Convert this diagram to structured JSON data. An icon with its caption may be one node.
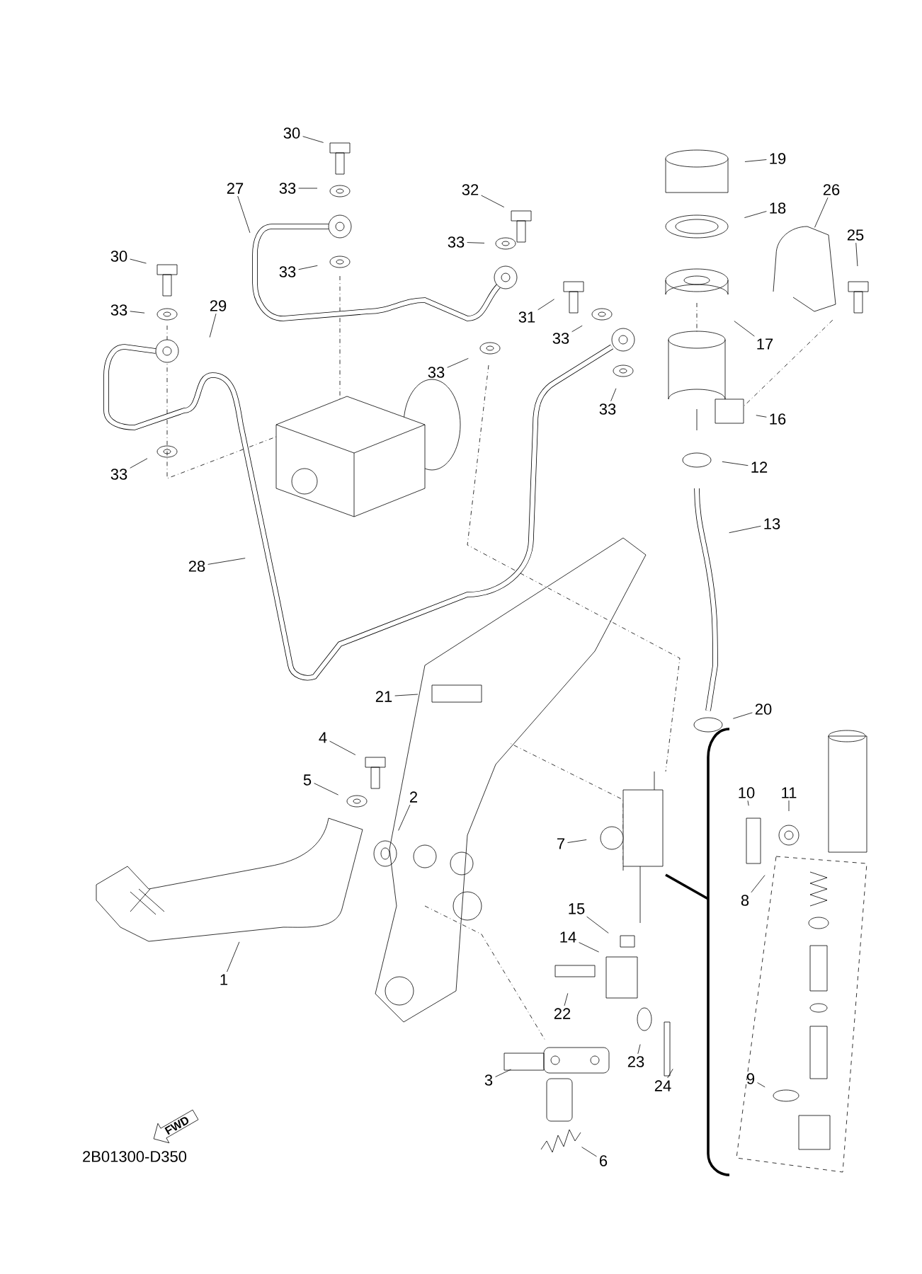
{
  "diagram": {
    "nodes": [
      {
        "text": [
          "30"
        ]
      },
      {
        "text": [
          "19"
        ]
      },
      {
        "text": [
          "27"
        ]
      },
      {
        "text": [
          "33"
        ]
      },
      {
        "text": [
          "32"
        ]
      },
      {
        "text": [
          "26"
        ]
      },
      {
        "text": [
          "18"
        ]
      },
      {
        "text": [
          "25"
        ]
      },
      {
        "text": [
          "33"
        ]
      },
      {
        "text": [
          "30"
        ]
      },
      {
        "text": [
          "33"
        ]
      },
      {
        "text": [
          "29"
        ]
      },
      {
        "text": [
          "31"
        ]
      },
      {
        "text": [
          "33"
        ]
      },
      {
        "text": [
          "33"
        ]
      },
      {
        "text": [
          "17"
        ]
      },
      {
        "text": [
          "33"
        ]
      },
      {
        "text": [
          "33"
        ]
      },
      {
        "text": [
          "16"
        ]
      },
      {
        "text": [
          "12"
        ]
      },
      {
        "text": [
          "33"
        ]
      },
      {
        "text": [
          "13"
        ]
      },
      {
        "text": [
          "28"
        ]
      },
      {
        "text": [
          "21"
        ]
      },
      {
        "text": [
          "20"
        ]
      },
      {
        "text": [
          "4"
        ]
      },
      {
        "text": [
          "5"
        ]
      },
      {
        "text": [
          "2"
        ]
      },
      {
        "text": [
          "10"
        ]
      },
      {
        "text": [
          "11"
        ]
      },
      {
        "text": [
          "7"
        ]
      },
      {
        "text": [
          "8"
        ]
      },
      {
        "text": [
          "15"
        ]
      },
      {
        "text": [
          "1"
        ]
      },
      {
        "text": [
          "14"
        ]
      },
      {
        "text": [
          "22"
        ]
      },
      {
        "text": [
          "23"
        ]
      },
      {
        "text": [
          "9"
        ]
      },
      {
        "text": [
          "3"
        ]
      },
      {
        "text": [
          "24"
        ]
      },
      {
        "text": [
          "6"
        ]
      },
      {
        "text": [
          "FWD"
        ]
      }
    ],
    "edges": [
      {
        "from": 0,
        "to": null,
        "arrow": "none"
      },
      {
        "from": 1,
        "to": null,
        "arrow": "none"
      },
      {
        "from": 2,
        "to": null,
        "arrow": "none"
      },
      {
        "from": 3,
        "to": null,
        "arrow": "none"
      },
      {
        "from": 4,
        "to": null,
        "arrow": "none"
      },
      {
        "from": 5,
        "to": null,
        "arrow": "none"
      },
      {
        "from": 6,
        "to": null,
        "arrow": "none"
      },
      {
        "from": 7,
        "to": null,
        "arrow": "none"
      },
      {
        "from": 8,
        "to": null,
        "arrow": "none"
      },
      {
        "from": 9,
        "to": null,
        "arrow": "none"
      },
      {
        "from": 10,
        "to": null,
        "arrow": "none"
      },
      {
        "from": 11,
        "to": null,
        "arrow": "none"
      },
      {
        "from": 12,
        "to": null,
        "arrow": "none"
      },
      {
        "from": 13,
        "to": null,
        "arrow": "none"
      },
      {
        "from": 14,
        "to": null,
        "arrow": "none"
      },
      {
        "from": 15,
        "to": null,
        "arrow": "none"
      },
      {
        "from": 16,
        "to": null,
        "arrow": "none"
      },
      {
        "from": 17,
        "to": null,
        "arrow": "none"
      },
      {
        "from": 18,
        "to": null,
        "arrow": "none"
      },
      {
        "from": 19,
        "to": null,
        "arrow": "none"
      },
      {
        "from": 20,
        "to": null,
        "arrow": "none"
      },
      {
        "from": 21,
        "to": null,
        "arrow": "none"
      },
      {
        "from": 22,
        "to": null,
        "arrow": "none"
      },
      {
        "from": 23,
        "to": null,
        "arrow": "none"
      },
      {
        "from": 24,
        "to": null,
        "arrow": "none"
      },
      {
        "from": 25,
        "to": null,
        "arrow": "none"
      },
      {
        "from": 26,
        "to": null,
        "arrow": "none"
      },
      {
        "from": 27,
        "to": null,
        "arrow": "none"
      },
      {
        "from": 28,
        "to": null,
        "arrow": "none"
      },
      {
        "from": 29,
        "to": null,
        "arrow": "none"
      },
      {
        "from": 30,
        "to": null,
        "arrow": "none"
      },
      {
        "from": 31,
        "to": null,
        "arrow": "none"
      },
      {
        "from": 32,
        "to": null,
        "arrow": "none"
      },
      {
        "from": 33,
        "to": null,
        "arrow": "none"
      },
      {
        "from": 34,
        "to": null,
        "arrow": "none"
      },
      {
        "from": 35,
        "to": null,
        "arrow": "none"
      },
      {
        "from": 36,
        "to": null,
        "arrow": "none"
      },
      {
        "from": 37,
        "to": null,
        "arrow": "none"
      },
      {
        "from": 38,
        "to": null,
        "arrow": "none"
      },
      {
        "from": 39,
        "to": null,
        "arrow": "none"
      },
      {
        "from": 40,
        "to": null,
        "arrow": "none"
      }
    ],
    "labels": [
      "2B01300-D350"
    ]
  }
}
